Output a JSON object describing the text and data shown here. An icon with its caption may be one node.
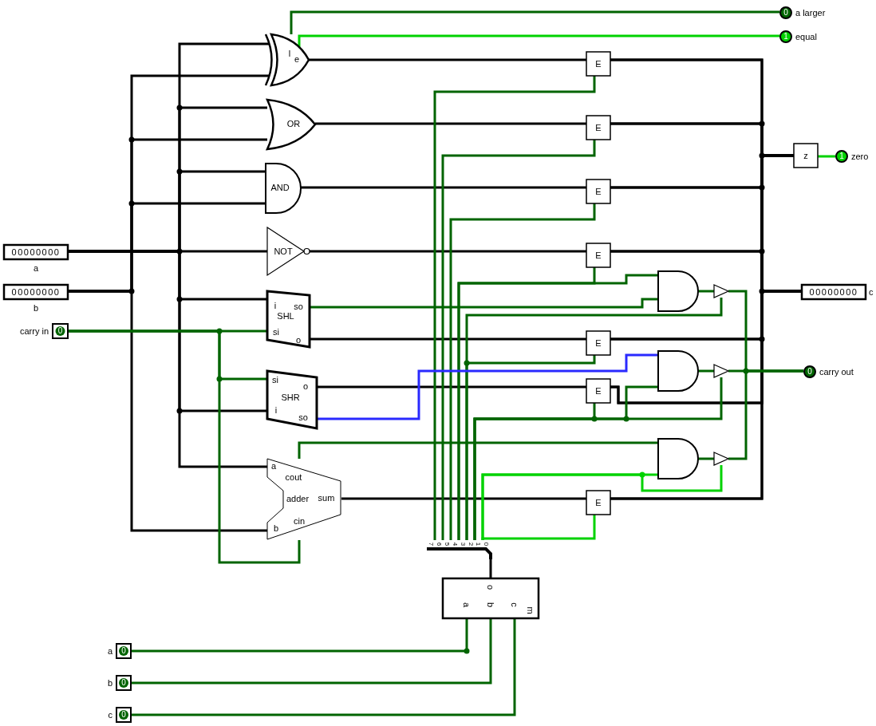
{
  "diagram": {
    "nodes": [
      {
        "text": [
          "00000000"
        ],
        "beside": [
          "a"
        ]
      },
      {
        "text": [
          "00000000"
        ],
        "beside": [
          "b"
        ]
      },
      {
        "text": [
          "0"
        ],
        "beside": [
          "carry in"
        ]
      },
      {
        "text": [
          "l",
          "e"
        ]
      },
      {
        "text": [
          "OR"
        ]
      },
      {
        "text": [
          "AND"
        ]
      },
      {
        "text": [
          "NOT"
        ]
      },
      {
        "text": [
          "i",
          "so",
          "SHL",
          "si",
          "o"
        ]
      },
      {
        "text": [
          "si",
          "o",
          "SHR",
          "i",
          "so"
        ]
      },
      {
        "text": [
          "a",
          "cout",
          "adder",
          "sum",
          "b",
          "cin"
        ]
      },
      {
        "text": [
          "E"
        ]
      },
      {
        "text": [
          "E"
        ]
      },
      {
        "text": [
          "E"
        ]
      },
      {
        "text": [
          "E"
        ]
      },
      {
        "text": [
          "E"
        ]
      },
      {
        "text": [
          "E"
        ]
      },
      {
        "text": [
          "E"
        ]
      },
      {
        "text": [],
        "shape": "gate"
      },
      {
        "text": [],
        "shape": "gate"
      },
      {
        "text": [],
        "shape": "gate"
      },
      {
        "text": [],
        "shape": "triangle"
      },
      {
        "text": [],
        "shape": "triangle"
      },
      {
        "text": [],
        "shape": "triangle"
      },
      {
        "text": [
          "z"
        ]
      },
      {
        "text": [
          "1"
        ],
        "beside": [
          "zero"
        ]
      },
      {
        "text": [
          "0"
        ],
        "beside": [
          "a larger"
        ]
      },
      {
        "text": [
          "1"
        ],
        "beside": [
          "equal"
        ]
      },
      {
        "text": [
          "00000000"
        ],
        "beside": [
          "c"
        ]
      },
      {
        "text": [
          "0"
        ],
        "beside": [
          "carry out"
        ]
      },
      {
        "text": [
          "7",
          "6",
          "5",
          "4",
          "3",
          "2",
          "1",
          "0"
        ]
      },
      {
        "text": [
          "o",
          "a",
          "b",
          "c",
          "m"
        ]
      },
      {
        "text": [
          "0"
        ],
        "beside": [
          "a"
        ]
      },
      {
        "text": [
          "0"
        ],
        "beside": [
          "b"
        ]
      },
      {
        "text": [
          "0"
        ],
        "beside": [
          "c"
        ]
      }
    ],
    "edges": [
      {
        "from": 0,
        "to": 3,
        "arrow": "none"
      },
      {
        "from": 0,
        "to": 4,
        "arrow": "none"
      },
      {
        "from": 0,
        "to": 5,
        "arrow": "none"
      },
      {
        "from": 0,
        "to": 6,
        "arrow": "none"
      },
      {
        "from": 0,
        "to": 7,
        "arrow": "none"
      },
      {
        "from": 0,
        "to": 8,
        "arrow": "none"
      },
      {
        "from": 0,
        "to": 9,
        "arrow": "none"
      },
      {
        "from": 1,
        "to": 3,
        "arrow": "none"
      },
      {
        "from": 1,
        "to": 4,
        "arrow": "none"
      },
      {
        "from": 1,
        "to": 5,
        "arrow": "none"
      },
      {
        "from": 1,
        "to": 9,
        "arrow": "none"
      },
      {
        "from": 2,
        "to": 7,
        "arrow": "none",
        "color": "#006400"
      },
      {
        "from": 2,
        "to": 8,
        "arrow": "none",
        "color": "#006400"
      },
      {
        "from": 2,
        "to": 9,
        "arrow": "none",
        "color": "#006400"
      },
      {
        "from": 3,
        "to": 10,
        "arrow": "none"
      },
      {
        "from": 3,
        "to": 25,
        "arrow": "none",
        "color": "#006400"
      },
      {
        "from": 3,
        "to": 26,
        "arrow": "none",
        "color": "#00d200"
      },
      {
        "from": 4,
        "to": 11,
        "arrow": "none"
      },
      {
        "from": 5,
        "to": 12,
        "arrow": "none"
      },
      {
        "from": 6,
        "to": 13,
        "arrow": "none"
      },
      {
        "from": 7,
        "to": 14,
        "arrow": "none"
      },
      {
        "from": 8,
        "to": 15,
        "arrow": "none"
      },
      {
        "from": 9,
        "to": 16,
        "arrow": "none"
      },
      {
        "from": 10,
        "to": 27,
        "arrow": "none"
      },
      {
        "from": 11,
        "to": 27,
        "arrow": "none"
      },
      {
        "from": 12,
        "to": 27,
        "arrow": "none"
      },
      {
        "from": 13,
        "to": 27,
        "arrow": "none"
      },
      {
        "from": 14,
        "to": 27,
        "arrow": "none"
      },
      {
        "from": 15,
        "to": 27,
        "arrow": "none"
      },
      {
        "from": 16,
        "to": 27,
        "arrow": "none"
      },
      {
        "from": 10,
        "to": 23,
        "arrow": "none"
      },
      {
        "from": 11,
        "to": 23,
        "arrow": "none"
      },
      {
        "from": 12,
        "to": 23,
        "arrow": "none"
      },
      {
        "from": 13,
        "to": 23,
        "arrow": "none"
      },
      {
        "from": 14,
        "to": 23,
        "arrow": "none"
      },
      {
        "from": 15,
        "to": 23,
        "arrow": "none"
      },
      {
        "from": 16,
        "to": 23,
        "arrow": "none"
      },
      {
        "from": 23,
        "to": 24,
        "arrow": "none",
        "color": "#00d200"
      },
      {
        "from": 29,
        "to": 10,
        "arrow": "none",
        "color": "#006400"
      },
      {
        "from": 29,
        "to": 11,
        "arrow": "none",
        "color": "#006400"
      },
      {
        "from": 29,
        "to": 12,
        "arrow": "none",
        "color": "#006400"
      },
      {
        "from": 29,
        "to": 13,
        "arrow": "none",
        "color": "#006400"
      },
      {
        "from": 29,
        "to": 17,
        "arrow": "none",
        "color": "#006400"
      },
      {
        "from": 29,
        "to": 14,
        "arrow": "none",
        "color": "#006400"
      },
      {
        "from": 29,
        "to": 20,
        "arrow": "none",
        "color": "#006400"
      },
      {
        "from": 29,
        "to": 15,
        "arrow": "none",
        "color": "#006400"
      },
      {
        "from": 29,
        "to": 18,
        "arrow": "none",
        "color": "#006400"
      },
      {
        "from": 29,
        "to": 21,
        "arrow": "none",
        "color": "#006400"
      },
      {
        "from": 29,
        "to": 16,
        "arrow": "none",
        "color": "#00d200"
      },
      {
        "from": 29,
        "to": 19,
        "arrow": "none",
        "color": "#00d200"
      },
      {
        "from": 29,
        "to": 22,
        "arrow": "none",
        "color": "#00d200"
      },
      {
        "from": 7,
        "to": 17,
        "arrow": "none",
        "color": "#006400"
      },
      {
        "from": 8,
        "to": 18,
        "arrow": "none",
        "color": "#2a2aff"
      },
      {
        "from": 9,
        "to": 19,
        "arrow": "none",
        "color": "#006400"
      },
      {
        "from": 17,
        "to": 20,
        "arrow": "none",
        "color": "#006400"
      },
      {
        "from": 18,
        "to": 21,
        "arrow": "none",
        "color": "#006400"
      },
      {
        "from": 19,
        "to": 22,
        "arrow": "none",
        "color": "#006400"
      },
      {
        "from": 20,
        "to": 28,
        "arrow": "none",
        "color": "#006400"
      },
      {
        "from": 21,
        "to": 28,
        "arrow": "none",
        "color": "#006400"
      },
      {
        "from": 22,
        "to": 28,
        "arrow": "none",
        "color": "#006400"
      },
      {
        "from": 30,
        "to": 29,
        "arrow": "none"
      },
      {
        "from": 31,
        "to": 30,
        "arrow": "none",
        "color": "#006400"
      },
      {
        "from": 32,
        "to": 30,
        "arrow": "none",
        "color": "#006400"
      },
      {
        "from": 33,
        "to": 30,
        "arrow": "none",
        "color": "#006400"
      }
    ]
  }
}
